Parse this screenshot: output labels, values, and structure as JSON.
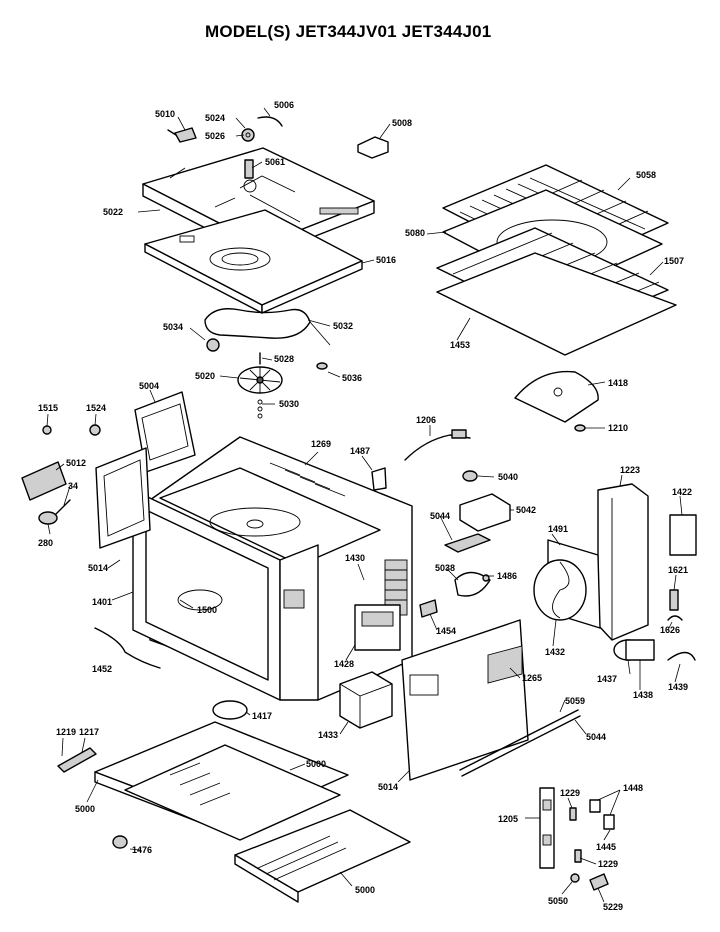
{
  "title": "MODEL(S) JET344JV01  JET344J01",
  "part_labels": {
    "p5010": "5010",
    "p5024": "5024",
    "p5006": "5006",
    "p5026": "5026",
    "p5008": "5008",
    "p5061": "5061",
    "p5022": "5022",
    "p5016": "5016",
    "p5034": "5034",
    "p5032": "5032",
    "p5028": "5028",
    "p5036": "5036",
    "p5020": "5020",
    "p5030": "5030",
    "p5058": "5058",
    "p5080": "5080",
    "p1507": "1507",
    "p1453": "1453",
    "p1418": "1418",
    "p1210": "1210",
    "p5004": "5004",
    "p1515": "1515",
    "p1524": "1524",
    "p5012": "5012",
    "p34": "34",
    "p280": "280",
    "p5014a": "5014",
    "p1401": "1401",
    "p1500": "1500",
    "p1452": "1452",
    "p1269": "1269",
    "p1206": "1206",
    "p1487": "1487",
    "p5040": "5040",
    "p5042": "5042",
    "p5044a": "5044",
    "p1430": "1430",
    "p5038": "5038",
    "p1486": "1486",
    "p1454": "1454",
    "p1428": "1428",
    "p1433": "1433",
    "p1417": "1417",
    "p1223": "1223",
    "p1422": "1422",
    "p1491": "1491",
    "p1621": "1621",
    "p1626": "1626",
    "p1432": "1432",
    "p1265": "1265",
    "p1437": "1437",
    "p1438": "1438",
    "p1439": "1439",
    "p5059": "5059",
    "p5044b": "5044",
    "p5014b": "5014",
    "p1219": "1219",
    "p1217": "1217",
    "p5000a": "5000",
    "p5000b": "5000",
    "p5000c": "5000",
    "p1476": "1476",
    "p1205": "1205",
    "p1229a": "1229",
    "p1448": "1448",
    "p1445": "1445",
    "p1229b": "1229",
    "p5050": "5050",
    "p5229": "5229"
  }
}
